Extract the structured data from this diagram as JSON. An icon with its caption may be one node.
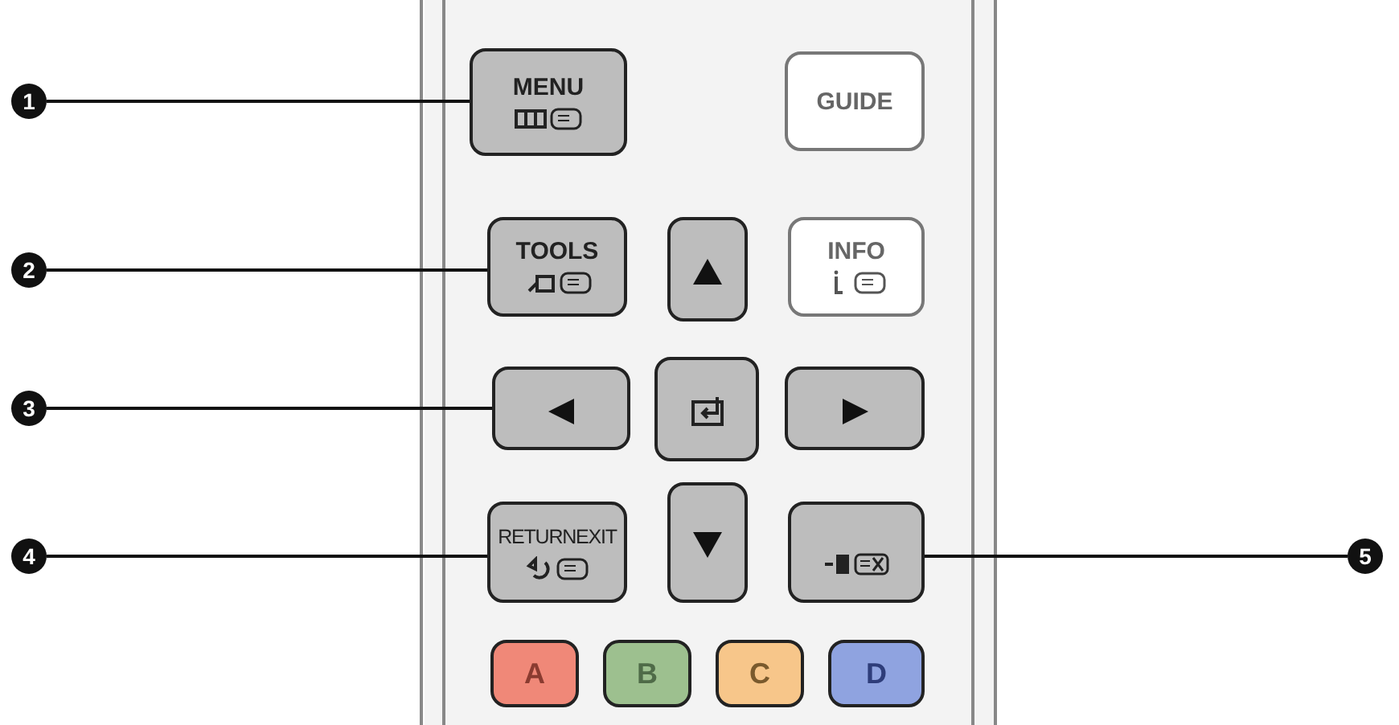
{
  "diagram": {
    "nodes": [
      {
        "text": [
          "1"
        ]
      },
      {
        "text": [
          "2"
        ]
      },
      {
        "text": [
          "3"
        ]
      },
      {
        "text": [
          "4"
        ]
      },
      {
        "text": [
          "5"
        ]
      },
      {
        "text": [
          "MENU"
        ]
      },
      {
        "text": [
          "GUIDE"
        ]
      },
      {
        "text": [
          "TOOLS"
        ]
      },
      {
        "text": [],
        "shape": "box"
      },
      {
        "text": [
          "INFO"
        ]
      },
      {
        "text": [],
        "shape": "box"
      },
      {
        "text": [],
        "shape": "box"
      },
      {
        "text": [],
        "shape": "box"
      },
      {
        "text": [
          "RETURNEXIT"
        ]
      },
      {
        "text": [],
        "shape": "box"
      },
      {
        "text": [],
        "shape": "box"
      },
      {
        "text": [
          "A"
        ]
      },
      {
        "text": [
          "B"
        ]
      },
      {
        "text": [
          "C"
        ]
      },
      {
        "text": [
          "D"
        ]
      }
    ],
    "edges": [
      {
        "from": 0,
        "to": 5,
        "arrow": "none"
      },
      {
        "from": 1,
        "to": 7,
        "arrow": "none"
      },
      {
        "from": 2,
        "to": 10,
        "arrow": "none"
      },
      {
        "from": 3,
        "to": 13,
        "arrow": "none"
      },
      {
        "from": 4,
        "to": 15,
        "arrow": "none"
      }
    ]
  }
}
